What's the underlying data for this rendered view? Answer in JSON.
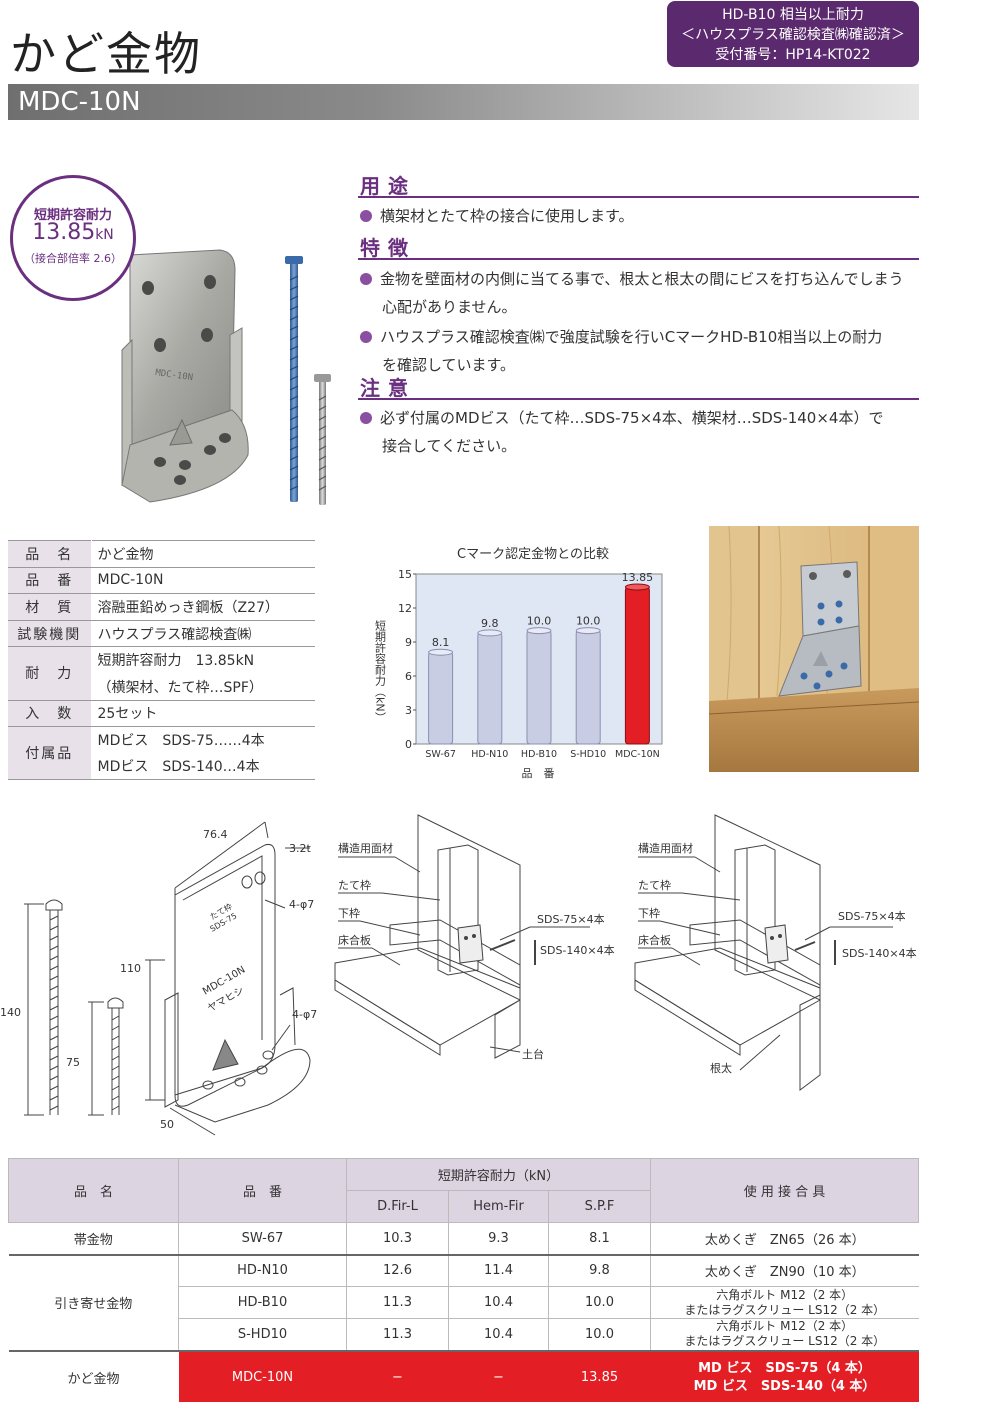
{
  "header": {
    "title": "かど金物",
    "cert_line1": "HD-B10 相当以上耐力",
    "cert_line2": "＜ハウスプラス確認検査㈱確認済＞",
    "cert_line3": "受付番号：HP14-KT022",
    "model": "MDC-10N"
  },
  "badge": {
    "label": "短期許容耐力",
    "value": "13.85",
    "unit": "kN",
    "note": "（接合部倍率 2.6）"
  },
  "product_photo": {
    "plate_text": "MDC-10N"
  },
  "usage": {
    "heading": "用途",
    "items": [
      "横架材とたて枠の接合に使用します。"
    ]
  },
  "features": {
    "heading": "特徴",
    "items": [
      {
        "line1": "金物を壁面材の内側に当てる事で、根太と根太の間にビスを打ち込んでしまう",
        "line2": "心配がありません。"
      },
      {
        "line1": "ハウスプラス確認検査㈱で強度試験を行いCマークHD-B10相当以上の耐力",
        "line2": "を確認しています。"
      }
    ]
  },
  "caution": {
    "heading": "注意",
    "line1": "必ず付属のMDビス（たて枠…SDS-75×4本、横架材…SDS-140×4本）で",
    "line2": "接合してください。"
  },
  "spec": {
    "rows": [
      {
        "k": "品　名",
        "v": [
          "かど金物"
        ]
      },
      {
        "k": "品　番",
        "v": [
          "MDC-10N"
        ]
      },
      {
        "k": "材　質",
        "v": [
          "溶融亜鉛めっき鋼板（Z27）"
        ]
      },
      {
        "k": "試験機関",
        "v": [
          "ハウスプラス確認検査㈱"
        ]
      },
      {
        "k": "耐　力",
        "v": [
          "短期許容耐力　13.85kN",
          "（横架材、たて枠…SPF）"
        ]
      },
      {
        "k": "入　数",
        "v": [
          "25セット"
        ]
      },
      {
        "k": "付属品",
        "v": [
          "MDビス　SDS-75……4本",
          "MDビス　SDS-140…4本"
        ]
      }
    ]
  },
  "chart_data": {
    "type": "bar",
    "title": "Cマーク認定金物との比較",
    "categories": [
      "SW-67",
      "HD-N10",
      "HD-B10",
      "S-HD10",
      "MDC-10N"
    ],
    "values": [
      8.1,
      9.8,
      10.0,
      10.0,
      13.85
    ],
    "value_labels": [
      "8.1",
      "9.8",
      "10.0",
      "10.0",
      "13.85"
    ],
    "ylabel": "短期許容耐力（kN）",
    "xlabel": "品　番",
    "ylim": [
      0,
      15
    ],
    "yticks": [
      0,
      3,
      6,
      9,
      12,
      15
    ],
    "grid": false,
    "colors": {
      "normal": "#c9cde4",
      "highlight": "#e31e24",
      "plot_bg": "#dfe6f4"
    }
  },
  "drawing": {
    "dim_76": "76.4",
    "dim_32t": "3.2t",
    "dim_4phi7a": "4-φ7",
    "dim_4phi7b": "4-φ7",
    "dim_110": "110",
    "dim_50": "50",
    "dim_140": "140",
    "dim_75": "75",
    "plate_text1": "MDC-10N",
    "plate_text2": "ヤマヒシ",
    "plate_top1": "たて枠",
    "plate_top2": "SDS-75",
    "d1": {
      "lbl_structural": "構造用面材",
      "lbl_stud": "たて枠",
      "lbl_sole": "下枠",
      "lbl_floor": "床合板",
      "lbl_sds75": "SDS-75×4本",
      "lbl_sds140": "SDS-140×4本",
      "lbl_sill": "土台"
    },
    "d2": {
      "lbl_structural": "構造用面材",
      "lbl_stud": "たて枠",
      "lbl_sole": "下枠",
      "lbl_floor": "床合板",
      "lbl_sds75": "SDS-75×4本",
      "lbl_sds140": "SDS-140×4本",
      "lbl_joist": "根太"
    }
  },
  "compare": {
    "headers": {
      "name": "品　名",
      "code": "品　番",
      "strength": "短期許容耐力（kN）",
      "dfir": "D.Fir-L",
      "hemfir": "Hem-Fir",
      "spf": "S.P.F",
      "fastener": "使 用 接 合 具"
    },
    "rows": [
      {
        "name": "帯金物",
        "code": "SW-67",
        "dfir": "10.3",
        "hemfir": "9.3",
        "spf": "8.1",
        "f1": "太めくぎ　ZN65（26 本）",
        "f2": ""
      },
      {
        "name": "引き寄せ金物",
        "code": "HD-N10",
        "dfir": "12.6",
        "hemfir": "11.4",
        "spf": "9.8",
        "f1": "太めくぎ　ZN90（10 本）",
        "f2": ""
      },
      {
        "name": "",
        "code": "HD-B10",
        "dfir": "11.3",
        "hemfir": "10.4",
        "spf": "10.0",
        "f1": "六角ボルト M12（2 本）",
        "f2": "またはラグスクリュー LS12（2 本）"
      },
      {
        "name": "",
        "code": "S-HD10",
        "dfir": "11.3",
        "hemfir": "10.4",
        "spf": "10.0",
        "f1": "六角ボルト M12（2 本）",
        "f2": "またはラグスクリュー LS12（2 本）"
      }
    ],
    "highlight": {
      "name": "かど金物",
      "code": "MDC-10N",
      "dfir": "−",
      "hemfir": "−",
      "spf": "13.85",
      "f1": "MD ビス　SDS-75（4 本）",
      "f2": "MD ビス　SDS-140（4 本）"
    }
  }
}
